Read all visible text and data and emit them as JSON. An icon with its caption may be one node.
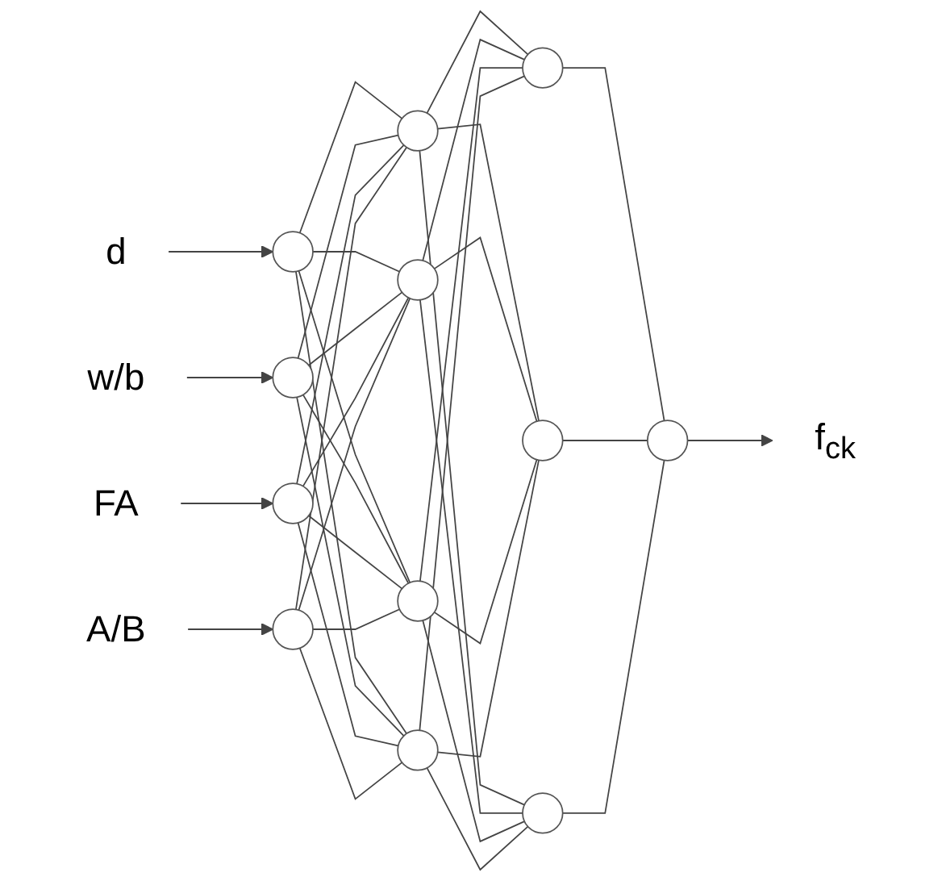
{
  "diagram": {
    "nodes": [
      {
        "text": [
          "d"
        ]
      },
      {
        "text": [
          "w/b"
        ]
      },
      {
        "text": [
          "FA"
        ]
      },
      {
        "text": [
          "A/B"
        ]
      },
      {
        "text": [],
        "shape": "circle"
      },
      {
        "text": [],
        "shape": "circle"
      },
      {
        "text": [],
        "shape": "circle"
      },
      {
        "text": [],
        "shape": "circle"
      },
      {
        "text": [],
        "shape": "circle"
      },
      {
        "text": [],
        "shape": "circle"
      },
      {
        "text": [],
        "shape": "circle"
      },
      {
        "text": [],
        "shape": "circle"
      },
      {
        "text": [],
        "shape": "circle"
      },
      {
        "text": [],
        "shape": "circle"
      },
      {
        "text": [],
        "shape": "circle"
      },
      {
        "text": [],
        "shape": "circle"
      },
      {
        "text": [
          "f$_{ck}$"
        ]
      }
    ],
    "edges": [
      {
        "from": 0,
        "to": 4,
        "arrow": "to"
      },
      {
        "from": 1,
        "to": 5,
        "arrow": "to"
      },
      {
        "from": 2,
        "to": 6,
        "arrow": "to"
      },
      {
        "from": 3,
        "to": 7,
        "arrow": "to"
      },
      {
        "from": 4,
        "to": 8,
        "arrow": "none"
      },
      {
        "from": 4,
        "to": 9,
        "arrow": "none"
      },
      {
        "from": 4,
        "to": 10,
        "arrow": "none"
      },
      {
        "from": 4,
        "to": 11,
        "arrow": "none"
      },
      {
        "from": 5,
        "to": 8,
        "arrow": "none"
      },
      {
        "from": 5,
        "to": 9,
        "arrow": "none"
      },
      {
        "from": 5,
        "to": 10,
        "arrow": "none"
      },
      {
        "from": 5,
        "to": 11,
        "arrow": "none"
      },
      {
        "from": 6,
        "to": 8,
        "arrow": "none"
      },
      {
        "from": 6,
        "to": 9,
        "arrow": "none"
      },
      {
        "from": 6,
        "to": 10,
        "arrow": "none"
      },
      {
        "from": 6,
        "to": 11,
        "arrow": "none"
      },
      {
        "from": 7,
        "to": 8,
        "arrow": "none"
      },
      {
        "from": 7,
        "to": 9,
        "arrow": "none"
      },
      {
        "from": 7,
        "to": 10,
        "arrow": "none"
      },
      {
        "from": 7,
        "to": 11,
        "arrow": "none"
      },
      {
        "from": 8,
        "to": 12,
        "arrow": "none"
      },
      {
        "from": 8,
        "to": 13,
        "arrow": "none"
      },
      {
        "from": 8,
        "to": 14,
        "arrow": "none"
      },
      {
        "from": 9,
        "to": 12,
        "arrow": "none"
      },
      {
        "from": 9,
        "to": 13,
        "arrow": "none"
      },
      {
        "from": 9,
        "to": 14,
        "arrow": "none"
      },
      {
        "from": 10,
        "to": 12,
        "arrow": "none"
      },
      {
        "from": 10,
        "to": 13,
        "arrow": "none"
      },
      {
        "from": 10,
        "to": 14,
        "arrow": "none"
      },
      {
        "from": 11,
        "to": 12,
        "arrow": "none"
      },
      {
        "from": 11,
        "to": 13,
        "arrow": "none"
      },
      {
        "from": 11,
        "to": 14,
        "arrow": "none"
      },
      {
        "from": 12,
        "to": 15,
        "arrow": "none"
      },
      {
        "from": 13,
        "to": 15,
        "arrow": "none"
      },
      {
        "from": 14,
        "to": 15,
        "arrow": "none"
      },
      {
        "from": 15,
        "to": 16,
        "arrow": "to"
      }
    ]
  }
}
